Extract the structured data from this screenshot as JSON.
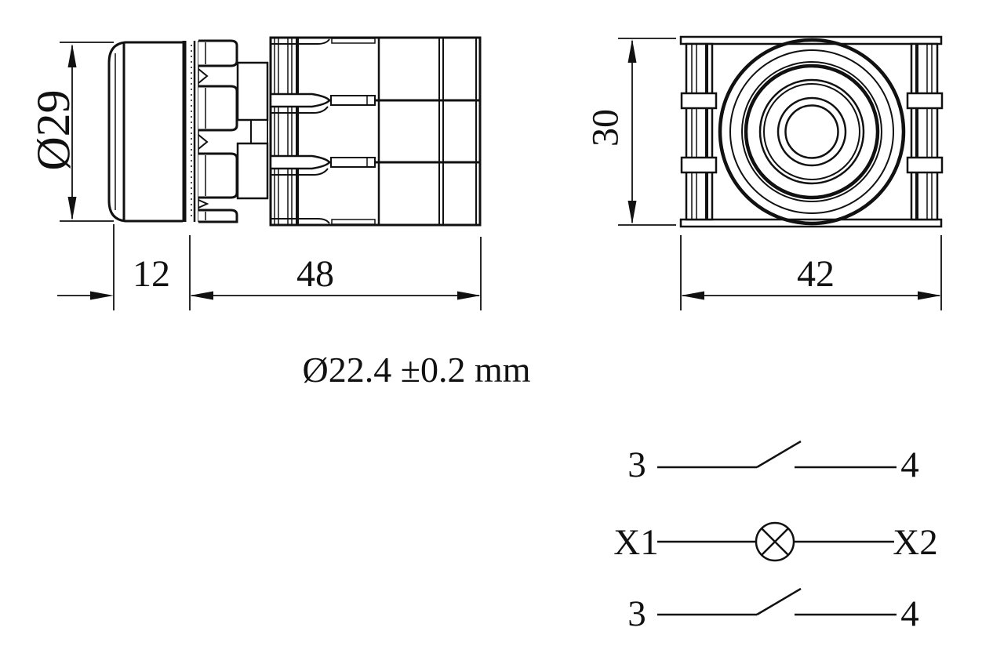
{
  "drawing": {
    "title": "indicator-pushbutton-dimensional-drawing",
    "background_color": "#ffffff",
    "line_color": "#111111",
    "side_view": {
      "diameter_label": "Ø29",
      "lens_depth_label": "12",
      "body_length_label": "48"
    },
    "front_view": {
      "height_label": "30",
      "width_label": "42"
    },
    "note": "Ø22.4 ±0.2 mm",
    "schematic": {
      "rows": [
        {
          "type": "no-contact",
          "left": "3",
          "right": "4"
        },
        {
          "type": "lamp",
          "left": "X1",
          "right": "X2"
        },
        {
          "type": "no-contact",
          "left": "3",
          "right": "4"
        }
      ]
    }
  }
}
